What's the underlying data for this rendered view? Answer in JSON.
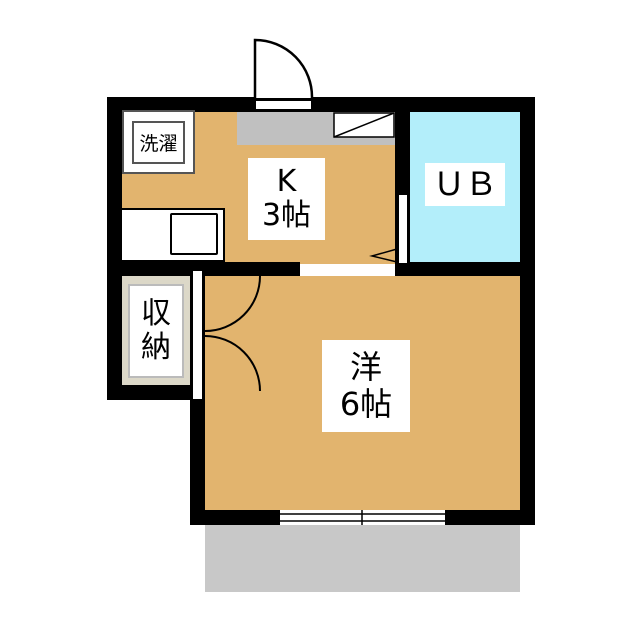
{
  "rooms": {
    "kitchen": {
      "name": "K",
      "size": "3帖"
    },
    "western": {
      "name": "洋",
      "size": "6帖"
    },
    "bath": {
      "name": "ＵＢ"
    },
    "closet": {
      "line1": "収",
      "line2": "納"
    },
    "laundry": {
      "name": "洗濯"
    }
  },
  "colors": {
    "floor": "#E2B46E",
    "bath": "#B3EEFA",
    "balcony": "#C8C8C8",
    "closet": "#DCD8C8"
  }
}
